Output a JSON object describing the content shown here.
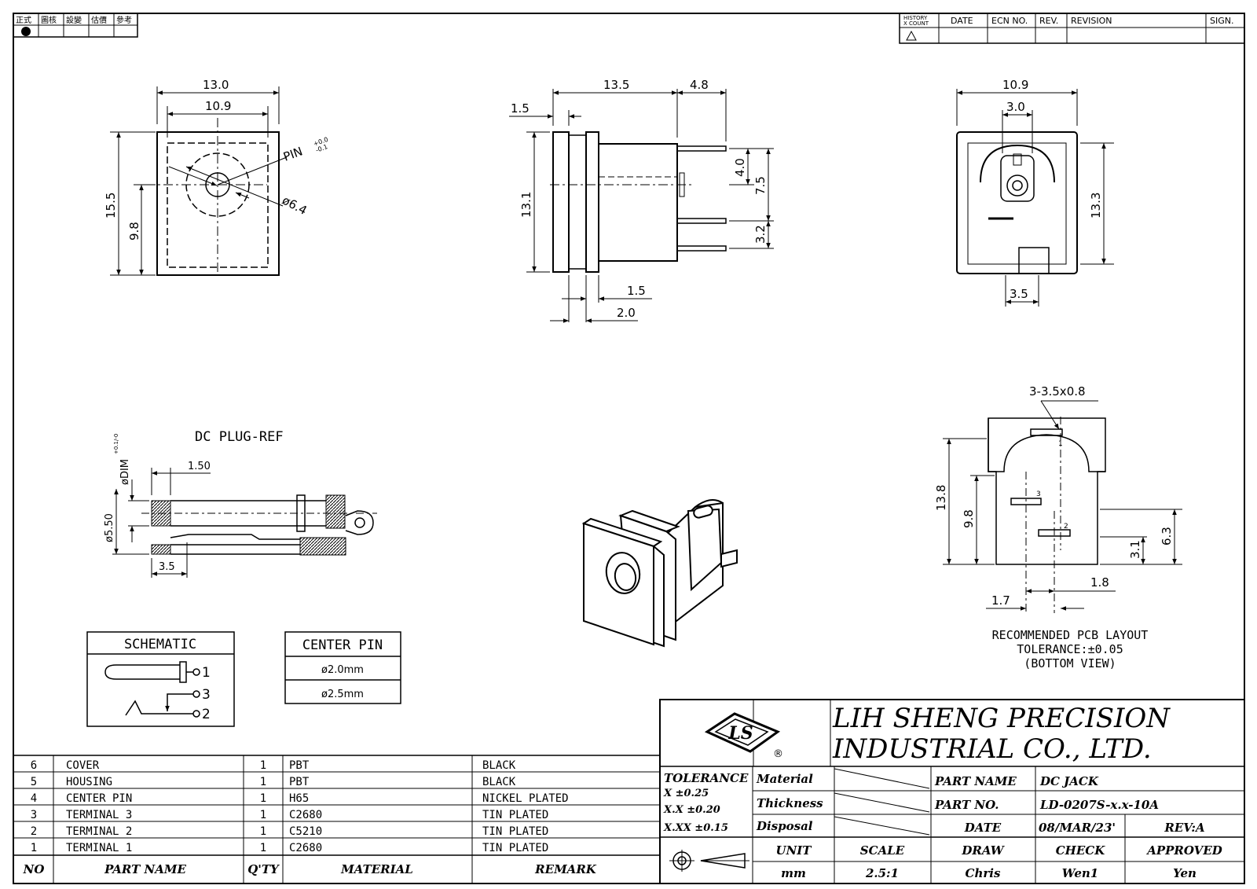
{
  "approval_box": {
    "cells": [
      "正式",
      "圖核",
      "設變",
      "估價",
      "參考"
    ]
  },
  "revision_block": {
    "history_line1": "HISTORY",
    "history_line2": "X COUNT",
    "date": "DATE",
    "ecn": "ECN NO.",
    "rev": "REV.",
    "revision": "REVISION",
    "sign": "SIGN."
  },
  "front_view": {
    "w_outer": "13.0",
    "w_inner": "10.9",
    "h_outer": "15.5",
    "h_center": "9.8",
    "pin": "PIN",
    "pin_tol_plus": "+0.0",
    "pin_tol_minus": "-0.1",
    "dia": "ø6.4"
  },
  "side_view": {
    "top_a": "1.5",
    "top_b": "13.5",
    "top_c": "4.8",
    "height": "13.1",
    "r1": "4.0",
    "r2": "7.5",
    "r3": "3.2",
    "bot_a": "1.5",
    "bot_b": "2.0"
  },
  "rear_view": {
    "width": "10.9",
    "pin_w": "3.0",
    "height": "13.3",
    "slot": "3.5"
  },
  "pcb_layout": {
    "holes": "3-3.5x0.8",
    "h_total": "13.8",
    "h_mid": "9.8",
    "h_r1": "6.3",
    "h_r2": "3.1",
    "d1": "1.8",
    "d2": "1.7",
    "pin1": "1",
    "pin2": "2",
    "pin3": "3",
    "caption1": "RECOMMENDED PCB LAYOUT",
    "caption2": "TOLERANCE:±0.05",
    "caption3": "(BOTTOM VIEW)"
  },
  "plug": {
    "title": "DC PLUG-REF",
    "dim_label": "øDIM",
    "dim_tol": "+0.1/-0",
    "len": "1.50",
    "dia": "ø5.50",
    "tip": "3.5"
  },
  "schematic": {
    "title": "SCHEMATIC",
    "p1": "1",
    "p2": "2",
    "p3": "3"
  },
  "center_pin": {
    "title": "CENTER PIN",
    "opt1": "ø2.0mm",
    "opt2": "ø2.5mm"
  },
  "bom": {
    "headers": {
      "no": "NO",
      "name": "PART NAME",
      "qty": "Q'TY",
      "material": "MATERIAL",
      "remark": "REMARK"
    },
    "rows": [
      {
        "no": "6",
        "name": "COVER",
        "qty": "1",
        "material": "PBT",
        "remark": "BLACK"
      },
      {
        "no": "5",
        "name": "HOUSING",
        "qty": "1",
        "material": "PBT",
        "remark": "BLACK"
      },
      {
        "no": "4",
        "name": "CENTER PIN",
        "qty": "1",
        "material": "H65",
        "remark": "NICKEL PLATED"
      },
      {
        "no": "3",
        "name": "TERMINAL 3",
        "qty": "1",
        "material": "C2680",
        "remark": "TIN PLATED"
      },
      {
        "no": "2",
        "name": "TERMINAL 2",
        "qty": "1",
        "material": "C5210",
        "remark": "TIN PLATED"
      },
      {
        "no": "1",
        "name": "TERMINAL 1",
        "qty": "1",
        "material": "C2680",
        "remark": "TIN PLATED"
      }
    ]
  },
  "title_block": {
    "company_line1": "LIH SHENG PRECISION",
    "company_line2": "INDUSTRIAL CO., LTD.",
    "logo_text": "LS",
    "registered": "®",
    "tolerance": "TOLERANCE",
    "tol_x": "X    ±0.25",
    "tol_xx": "X.X  ±0.20",
    "tol_xxx": "X.XX ±0.15",
    "material": "Material",
    "thickness": "Thickness",
    "disposal": "Disposal",
    "part_name_label": "PART NAME",
    "part_name": "DC JACK",
    "part_no_label": "PART NO.",
    "part_no": "LD-0207S-x.x-10A",
    "date_label": "DATE",
    "date": "08/MAR/23'",
    "rev": "REV:A",
    "unit_label": "UNIT",
    "unit": "mm",
    "scale_label": "SCALE",
    "scale": "2.5:1",
    "draw_label": "DRAW",
    "draw": "Chris",
    "check_label": "CHECK",
    "check": "Wen1",
    "approved_label": "APPROVED",
    "approved": "Yen"
  }
}
